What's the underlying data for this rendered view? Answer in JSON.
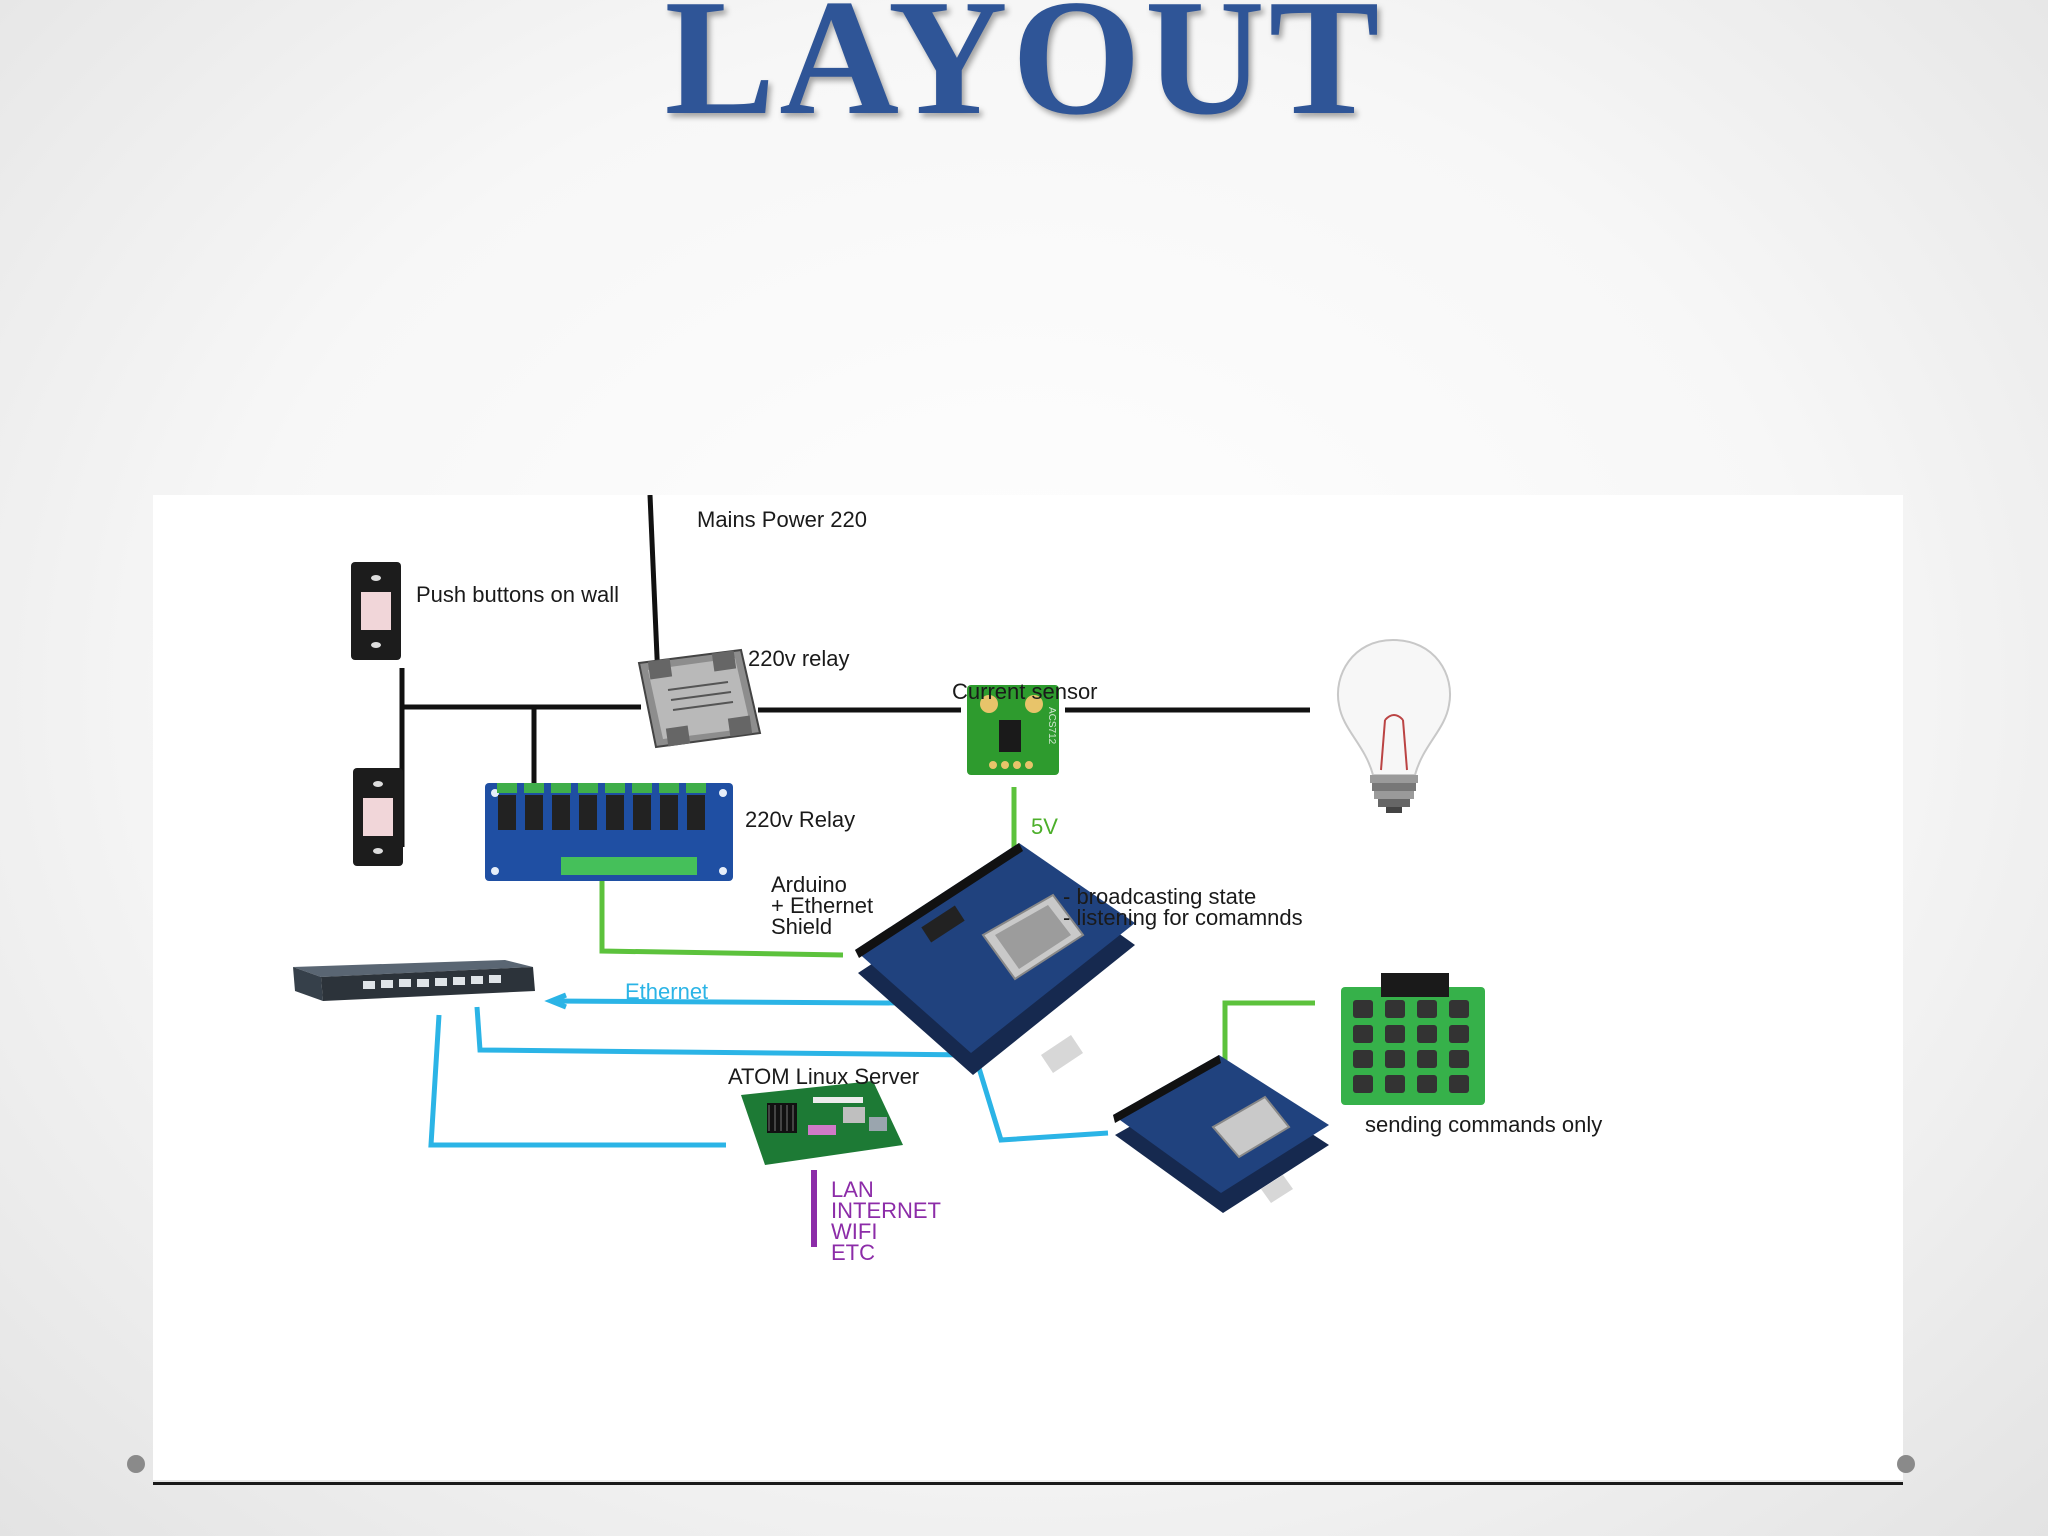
{
  "slide": {
    "title": "LAYOUT"
  },
  "labels": {
    "mains_power": "Mains Power 220",
    "push_buttons": "Push buttons on wall",
    "relay_220v_small": "220v relay",
    "current_sensor": "Current sensor",
    "relay_220v_board": "220v Relay",
    "five_v": "5V",
    "arduino_line1": "Arduino",
    "arduino_line2": "+ Ethernet",
    "arduino_line3": "Shield",
    "broadcasting": "- broadcasting state",
    "listening": "- listening for comamnds",
    "ethernet": "Ethernet",
    "atom_server": "ATOM Linux Server",
    "sending_commands": "sending commands only",
    "net_lan": "LAN",
    "net_internet": "INTERNET",
    "net_wifi": "WIFI",
    "net_etc": "ETC"
  },
  "sensor_chip_text": "ACS712",
  "colors": {
    "title": "#2f5597",
    "power_wire": "#111111",
    "signal_wire": "#5cc23c",
    "ethernet_wire": "#2bb4e6",
    "uplink_wire": "#8c2ca8",
    "pcb_blue": "#1f3f7a",
    "pcb_green": "#2e9b2e"
  }
}
